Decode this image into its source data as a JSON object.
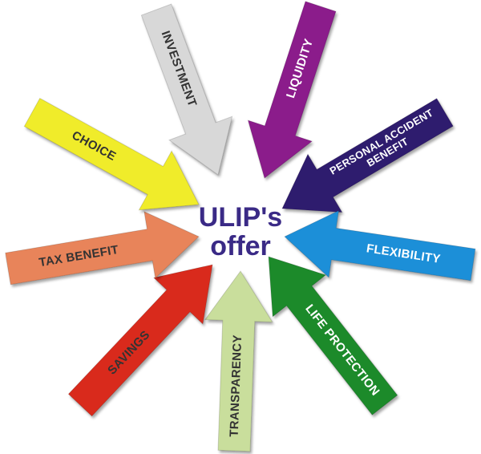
{
  "center": {
    "line1": "ULIP's",
    "line2": "offer"
  },
  "arrows": [
    {
      "id": "investment",
      "label": "INVESTMENT",
      "color": "#d8d8d8",
      "text_color": "#333333"
    },
    {
      "id": "liquidity",
      "label": "LIQUIDITY",
      "color": "#8b1a8b",
      "text_color": "#ffffff"
    },
    {
      "id": "personal-accident-benefit",
      "label_lines": [
        "PERSONAL ACCIDENT",
        "BENEFIT"
      ],
      "color": "#2e1a6e",
      "text_color": "#ffffff"
    },
    {
      "id": "flexibility",
      "label": "FLEXIBILITY",
      "color": "#1f8fd8",
      "text_color": "#ffffff"
    },
    {
      "id": "life-protection",
      "label": "LIFE PROTECTION",
      "color": "#1d8a2c",
      "text_color": "#ffffff"
    },
    {
      "id": "transparency",
      "label": "TRANSPARENCY",
      "color": "#c9de9c",
      "text_color": "#333333"
    },
    {
      "id": "savings",
      "label": "SAVINGS",
      "color": "#d92a1c",
      "text_color": "#333333"
    },
    {
      "id": "tax-benefit",
      "label": "TAX BENEFIT",
      "color": "#e8845a",
      "text_color": "#333333"
    },
    {
      "id": "choice",
      "label": "CHOICE",
      "color": "#f0ec2c",
      "text_color": "#333333"
    }
  ]
}
